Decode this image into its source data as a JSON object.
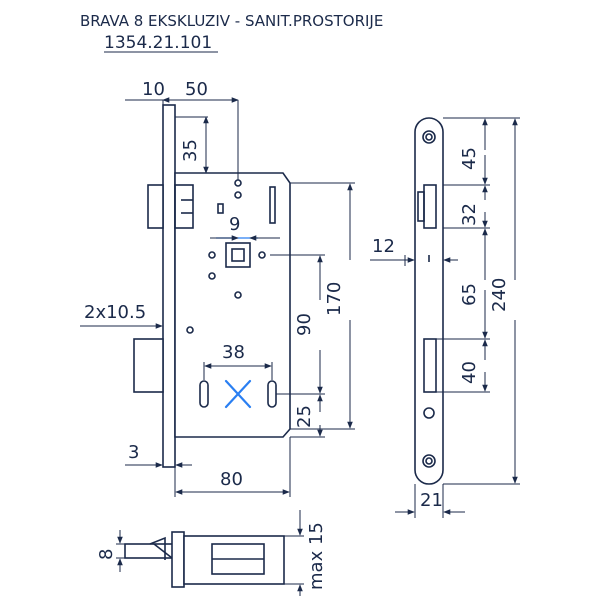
{
  "header": {
    "title": "BRAVA 8 EKSKLUZIV - SANIT.PROSTORIJE",
    "code": "1354.21.101"
  },
  "dimensions": {
    "d10": "10",
    "d50": "50",
    "d35": "35",
    "d9": "9",
    "d2x10_5": "2x10.5",
    "d38": "38",
    "d90": "90",
    "d170": "170",
    "d25": "25",
    "d3": "3",
    "d80": "80",
    "d45": "45",
    "d32": "32",
    "d12": "12",
    "d65": "65",
    "d240": "240",
    "d40": "40",
    "d21": "21",
    "d8": "8",
    "dmax15": "max 15"
  },
  "colors": {
    "line": "#1b2a4a",
    "accent": "#2a7ff2"
  }
}
